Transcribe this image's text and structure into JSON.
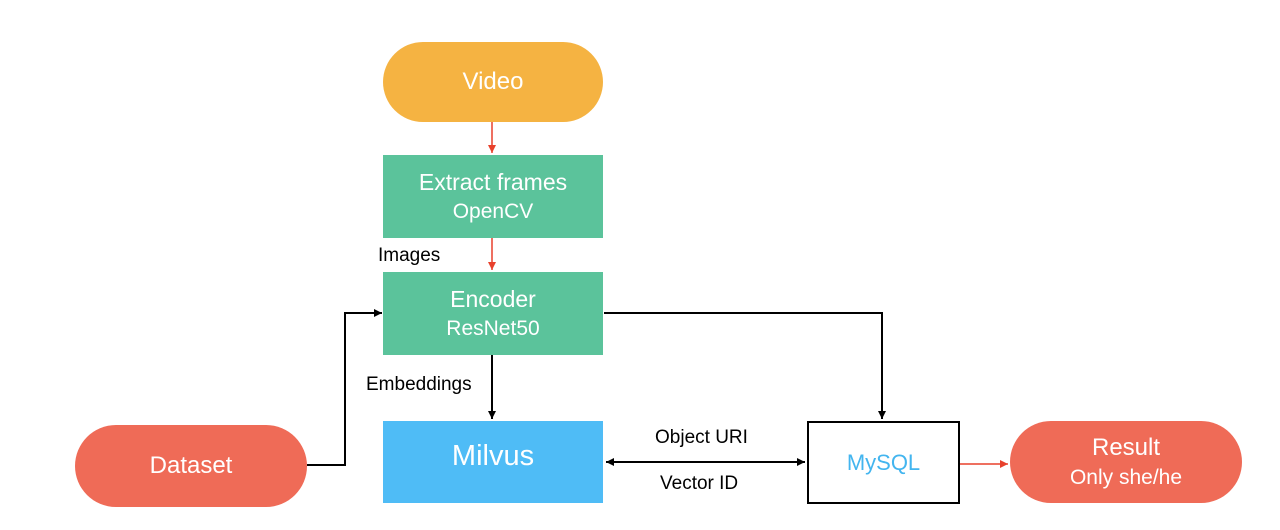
{
  "nodes": {
    "video": {
      "label": "Video"
    },
    "extract": {
      "title": "Extract frames",
      "subtitle": "OpenCV"
    },
    "encoder": {
      "title": "Encoder",
      "subtitle": "ResNet50"
    },
    "milvus": {
      "label": "Milvus"
    },
    "dataset": {
      "label": "Dataset"
    },
    "mysql": {
      "label": "MySQL"
    },
    "result": {
      "title": "Result",
      "subtitle": "Only she/he"
    }
  },
  "edge_labels": {
    "images": "Images",
    "embeddings": "Embeddings",
    "object_uri": "Object URI",
    "vector_id": "Vector ID"
  },
  "colors": {
    "orange": "#f5b342",
    "green": "#5bc39b",
    "red": "#ef6b57",
    "blue": "#4fbcf6",
    "mysql_text": "#43b5ef",
    "arrow_red": "#e8412c",
    "arrow_black": "#000000"
  }
}
